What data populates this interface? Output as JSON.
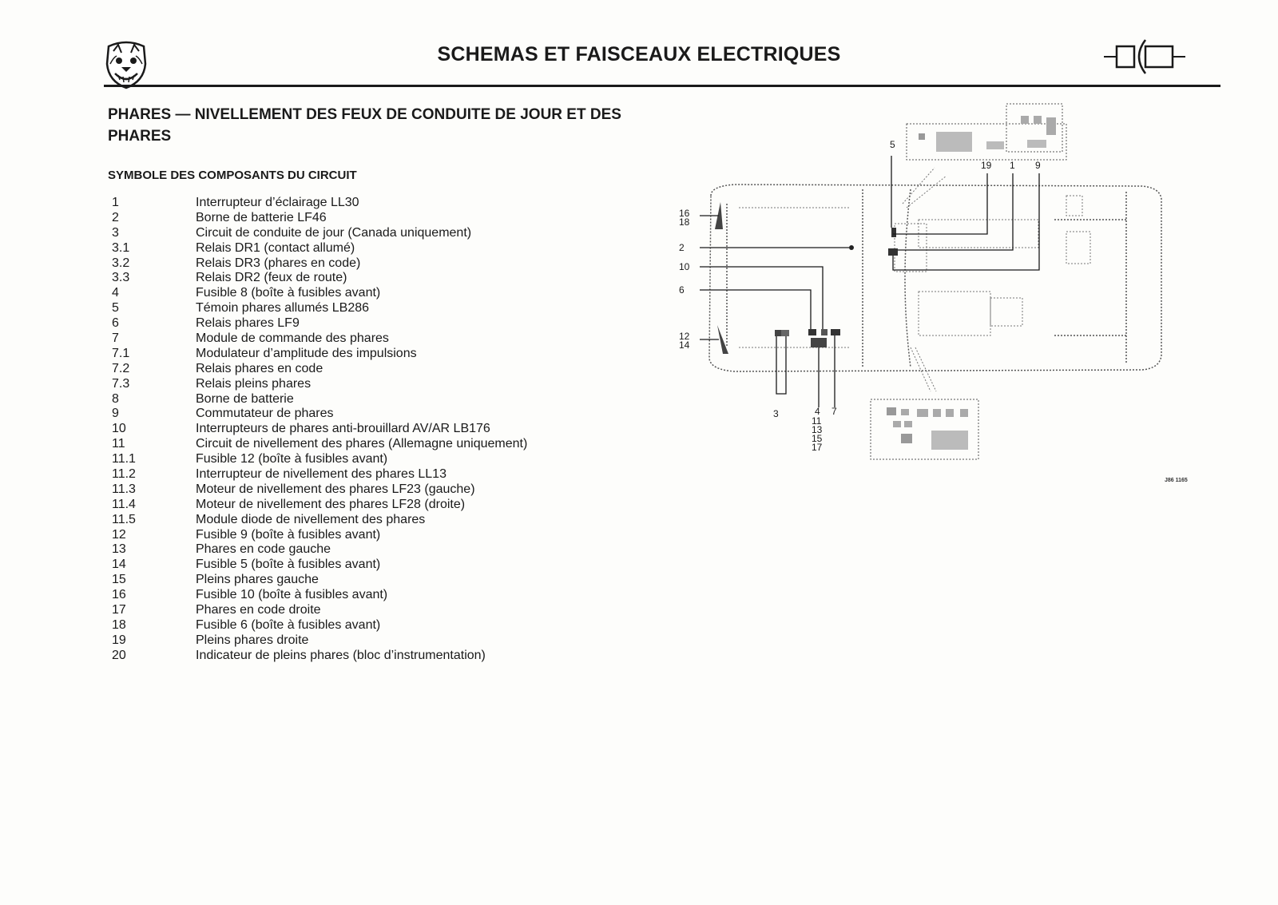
{
  "header": {
    "title": "SCHEMAS ET FAISCEAUX ELECTRIQUES",
    "logo_icon": "jaguar-head-icon",
    "symbol_icon": "connector-symbol-icon"
  },
  "section": {
    "title": "PHARES — NIVELLEMENT DES FEUX DE CONDUITE DE JOUR ET DES PHARES",
    "subtitle": "SYMBOLE DES COMPOSANTS DU CIRCUIT"
  },
  "legend": [
    {
      "num": "1",
      "label": "Interrupteur d’éclairage LL30"
    },
    {
      "num": "2",
      "label": "Borne de batterie LF46"
    },
    {
      "num": "3",
      "label": "Circuit de conduite de jour (Canada uniquement)"
    },
    {
      "num": "3.1",
      "label": "Relais DR1 (contact allumé)"
    },
    {
      "num": "3.2",
      "label": "Relais DR3 (phares en code)"
    },
    {
      "num": "3.3",
      "label": "Relais DR2 (feux de route)"
    },
    {
      "num": "4",
      "label": "Fusible 8 (boîte à fusibles avant)"
    },
    {
      "num": "5",
      "label": "Témoin phares allumés LB286"
    },
    {
      "num": "6",
      "label": "Relais phares LF9"
    },
    {
      "num": "7",
      "label": "Module de commande des phares"
    },
    {
      "num": "7.1",
      "label": "Modulateur d’amplitude des impulsions"
    },
    {
      "num": "7.2",
      "label": "Relais phares en code"
    },
    {
      "num": "7.3",
      "label": "Relais pleins phares"
    },
    {
      "num": "8",
      "label": "Borne de batterie"
    },
    {
      "num": "9",
      "label": "Commutateur de phares"
    },
    {
      "num": "10",
      "label": "Interrupteurs de phares anti-brouillard AV/AR LB176"
    },
    {
      "num": "11",
      "label": "Circuit de nivellement des phares (Allemagne uniquement)"
    },
    {
      "num": "11.1",
      "label": "Fusible 12 (boîte à fusibles avant)"
    },
    {
      "num": "11.2",
      "label": "Interrupteur de nivellement des phares LL13"
    },
    {
      "num": "11.3",
      "label": "Moteur de nivellement des phares LF23 (gauche)"
    },
    {
      "num": "11.4",
      "label": "Moteur de nivellement des phares LF28 (droite)"
    },
    {
      "num": "11.5",
      "label": "Module diode de nivellement des phares"
    },
    {
      "num": "12",
      "label": "Fusible 9 (boîte à fusibles avant)"
    },
    {
      "num": "13",
      "label": "Phares en code gauche"
    },
    {
      "num": "14",
      "label": "Fusible 5 (boîte à fusibles avant)"
    },
    {
      "num": "15",
      "label": "Pleins phares gauche"
    },
    {
      "num": "16",
      "label": "Fusible 10 (boîte à fusibles avant)"
    },
    {
      "num": "17",
      "label": "Phares en code droite"
    },
    {
      "num": "18",
      "label": "Fusible 6 (boîte à fusibles avant)"
    },
    {
      "num": "19",
      "label": "Pleins phares droite"
    },
    {
      "num": "20",
      "label": "Indicateur de pleins phares (bloc d’instrumentation)"
    }
  ],
  "diagram": {
    "callouts": {
      "c5": "5",
      "c19": "19",
      "c1": "1",
      "c9": "9",
      "c16": "16",
      "c18": "18",
      "c2": "2",
      "c10": "10",
      "c6": "6",
      "c12": "12",
      "c14": "14",
      "c3": "3",
      "c4": "4",
      "c7": "7",
      "c11": "11",
      "c13": "13",
      "c15": "15",
      "c17": "17"
    },
    "ref_code": "J86 1165"
  }
}
